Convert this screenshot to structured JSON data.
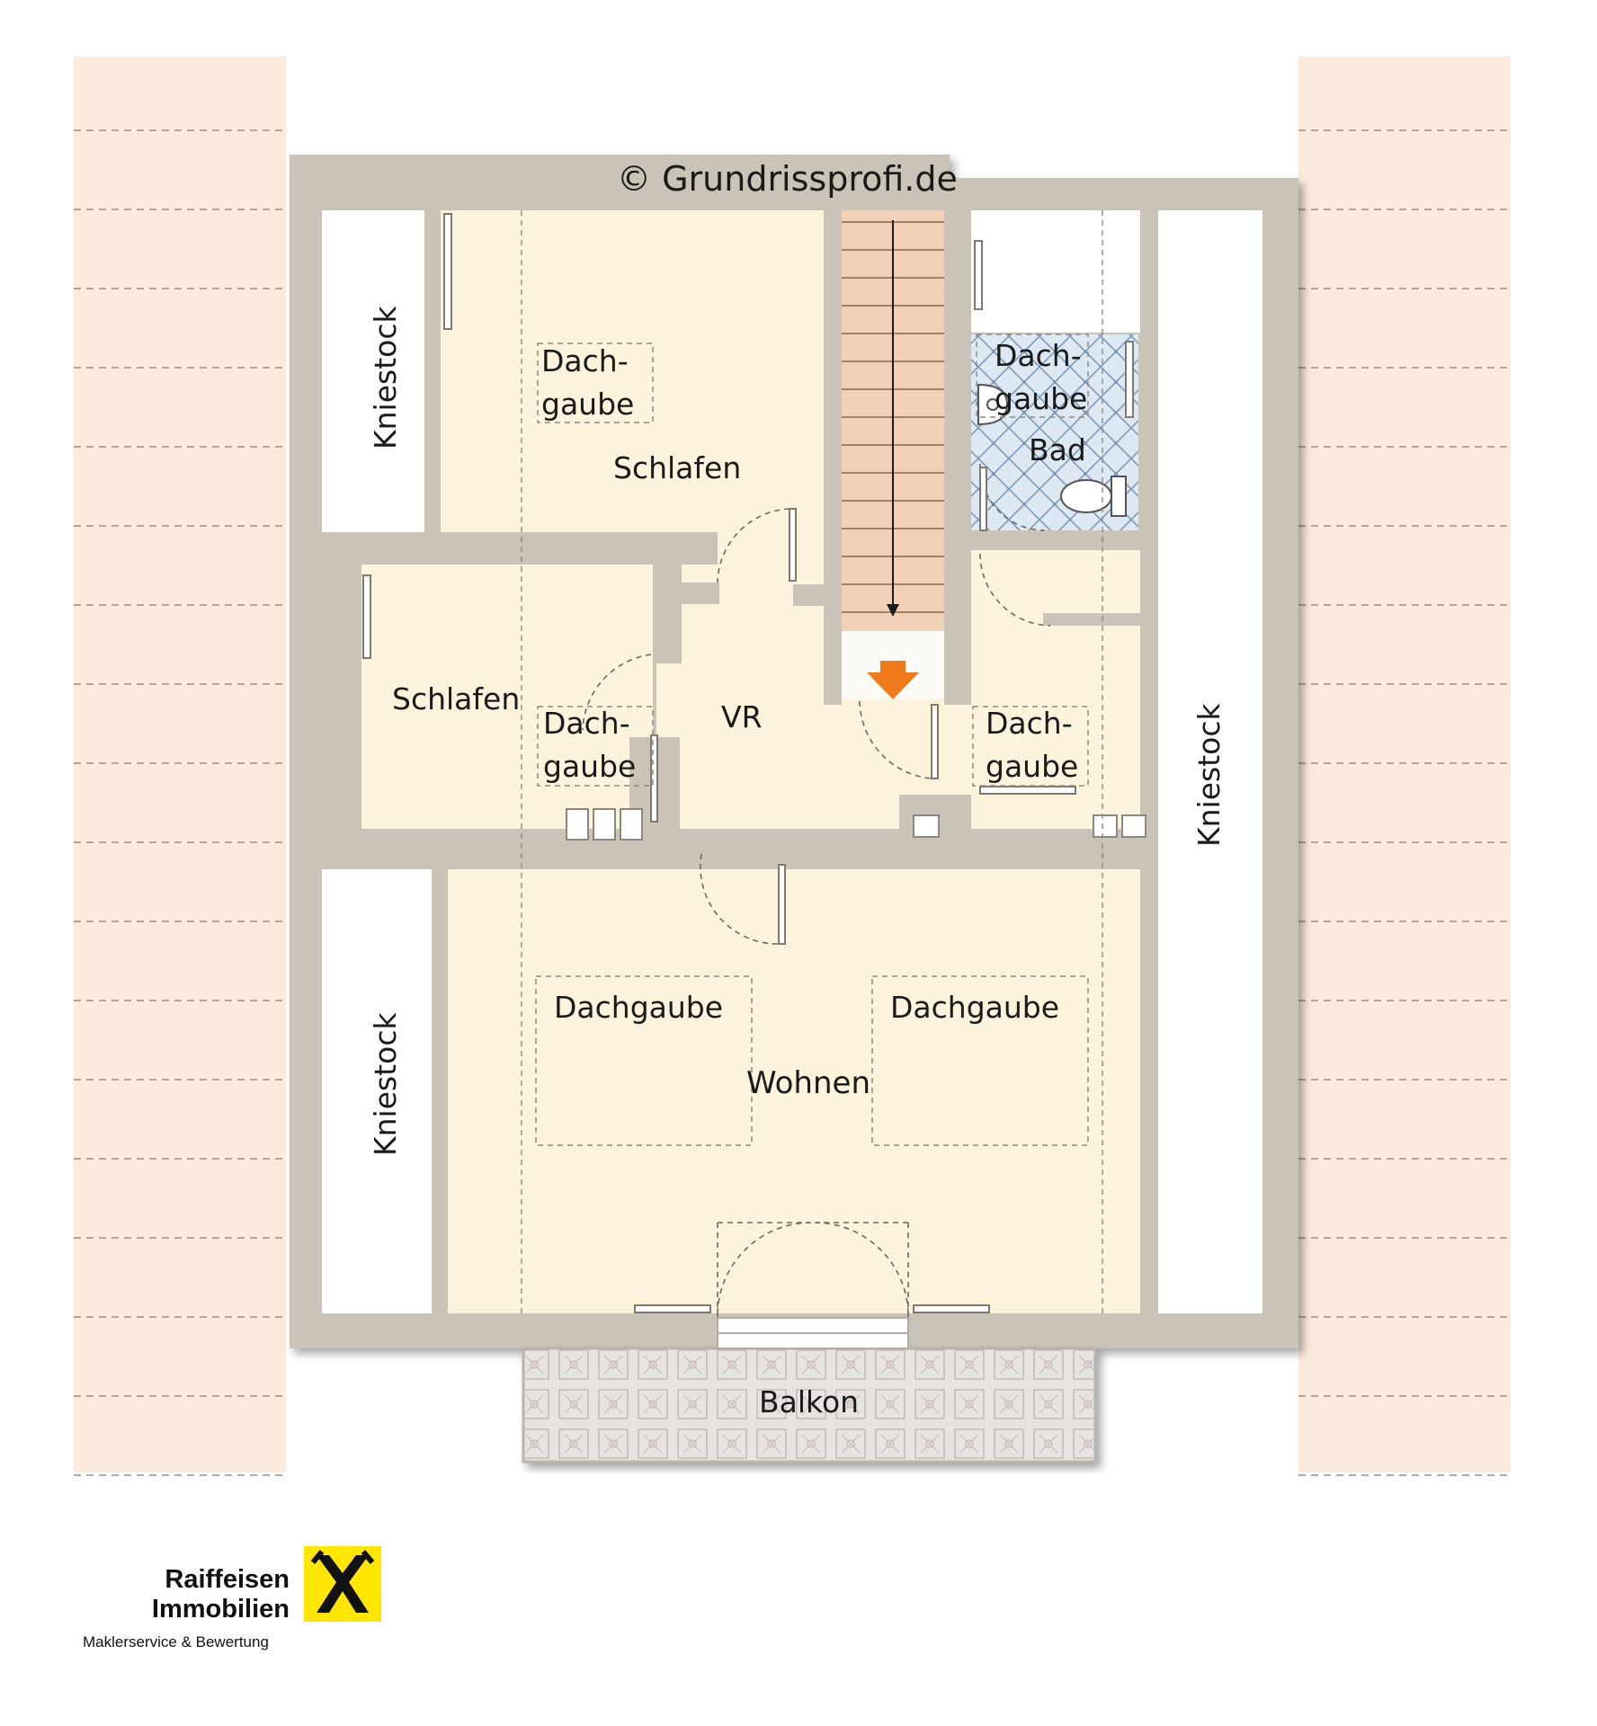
{
  "copyright": "© Grundrissprofi.de",
  "rooms": {
    "schlafen_top": "Schlafen",
    "schlafen_left": "Schlafen",
    "vr": "VR",
    "bad": "Bad",
    "wohnen": "Wohnen",
    "balkon": "Balkon"
  },
  "dormers": {
    "schlafen_top": [
      "Dach-",
      "gaube"
    ],
    "bad": [
      "Dach-",
      "gaube"
    ],
    "schlafen_left": [
      "Dach-",
      "gaube"
    ],
    "vr_right": [
      "Dach-",
      "gaube"
    ],
    "wohnen_left": "Dachgaube",
    "wohnen_right": "Dachgaube"
  },
  "kniestock": {
    "top_left": "Kniestock",
    "bottom_left": "Kniestock",
    "right": "Kniestock"
  },
  "brand": {
    "name_line1": "Raiffeisen",
    "name_line2": "Immobilien",
    "tagline": "Maklerservice & Bewertung",
    "logo_icon": "raiffeisen-gable-cross-icon"
  },
  "colors": {
    "wall": "#c9c4b7",
    "floor": "#fbf3dc",
    "roof": "#fbe9dc",
    "stair": "#f1d2b8",
    "bath_tile": "#d9e6f2",
    "stair_arrow": "#f07a1a",
    "logo_yellow": "#ffe600"
  }
}
